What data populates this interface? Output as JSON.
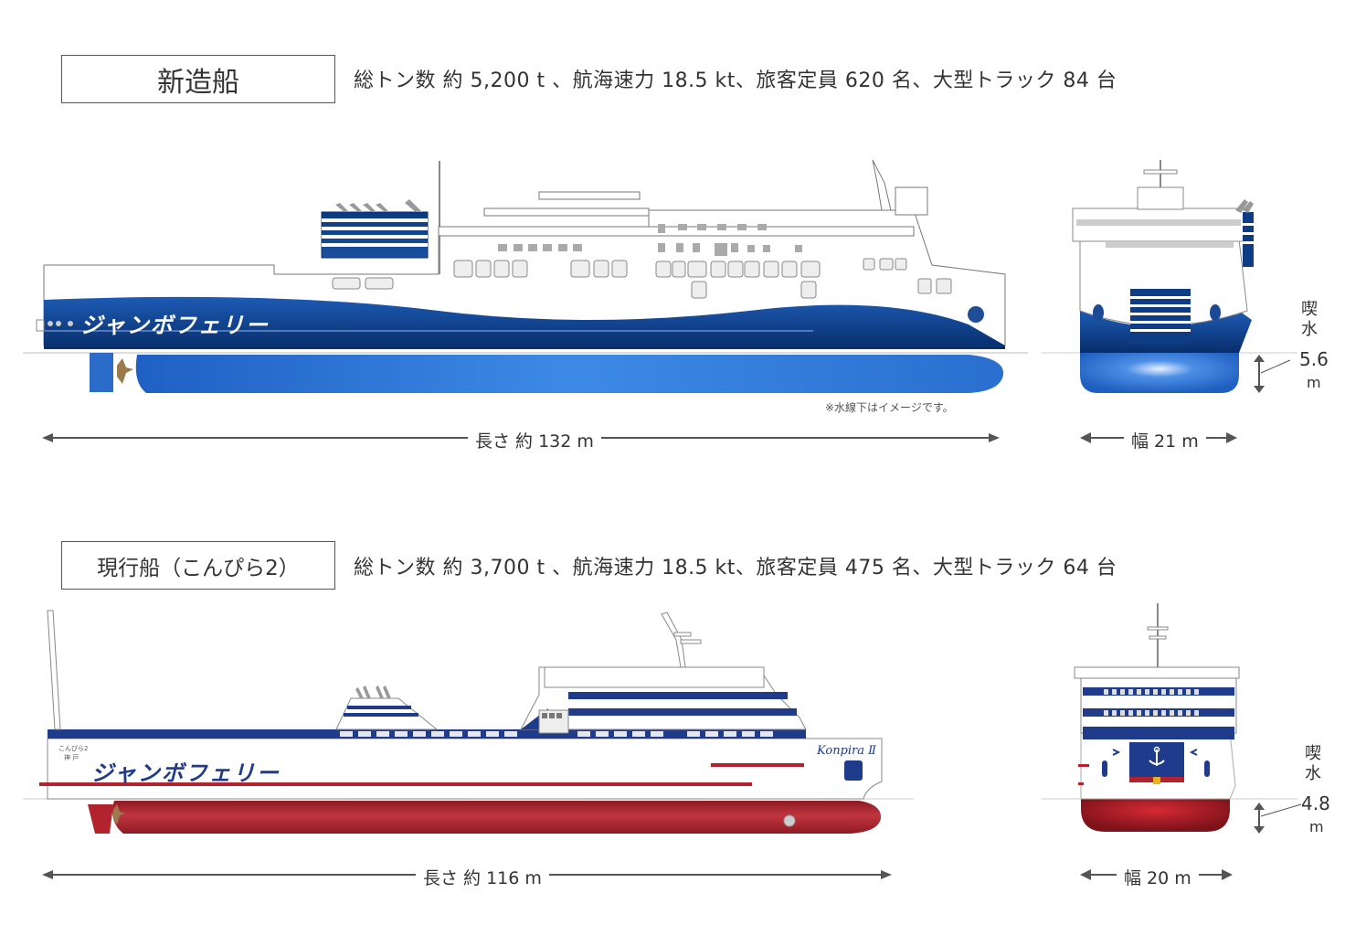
{
  "new_ship": {
    "title": "新造船",
    "specs": "総トン数 約 5,200 t 、航海速力 18.5 kt、旅客定員 620 名、大型トラック 84 台",
    "specs_detail": {
      "gross_tonnage": "約 5,200 t",
      "service_speed": "18.5 kt",
      "passenger_capacity": "620 名",
      "large_trucks": "84 台"
    },
    "hull_lettering": "ジャンボフェリー",
    "underwater_note": "※水線下はイメージです。",
    "length_label": "長さ 約 132 m",
    "beam_label": "幅 21 m",
    "draft_title_1": "喫",
    "draft_title_2": "水",
    "draft_value": "5.6",
    "draft_unit": "m",
    "colors": {
      "hull_upper": "#0d3f8a",
      "hull_below": "#2f78d6",
      "funnel": "#0e3d86"
    }
  },
  "current_ship": {
    "title": "現行船（こんぴら2）",
    "specs": "総トン数 約 3,700 t 、航海速力 18.5 kt、旅客定員 475 名、大型トラック 64 台",
    "specs_detail": {
      "gross_tonnage": "約 3,700 t",
      "service_speed": "18.5 kt",
      "passenger_capacity": "475 名",
      "large_trucks": "64 台"
    },
    "hull_lettering": "ジャンボフェリー",
    "ship_name_script": "Konpira Ⅱ",
    "stern_name": "こんぴら2",
    "port_of_registry": "神 戸",
    "length_label": "長さ 約 116 m",
    "beam_label": "幅 20 m",
    "draft_title_1": "喫",
    "draft_title_2": "水",
    "draft_value": "4.8",
    "draft_unit": "m",
    "colors": {
      "stripe": "#1f3b8c",
      "hull_below": "#b3232e",
      "accent_line": "#b3232e"
    }
  }
}
